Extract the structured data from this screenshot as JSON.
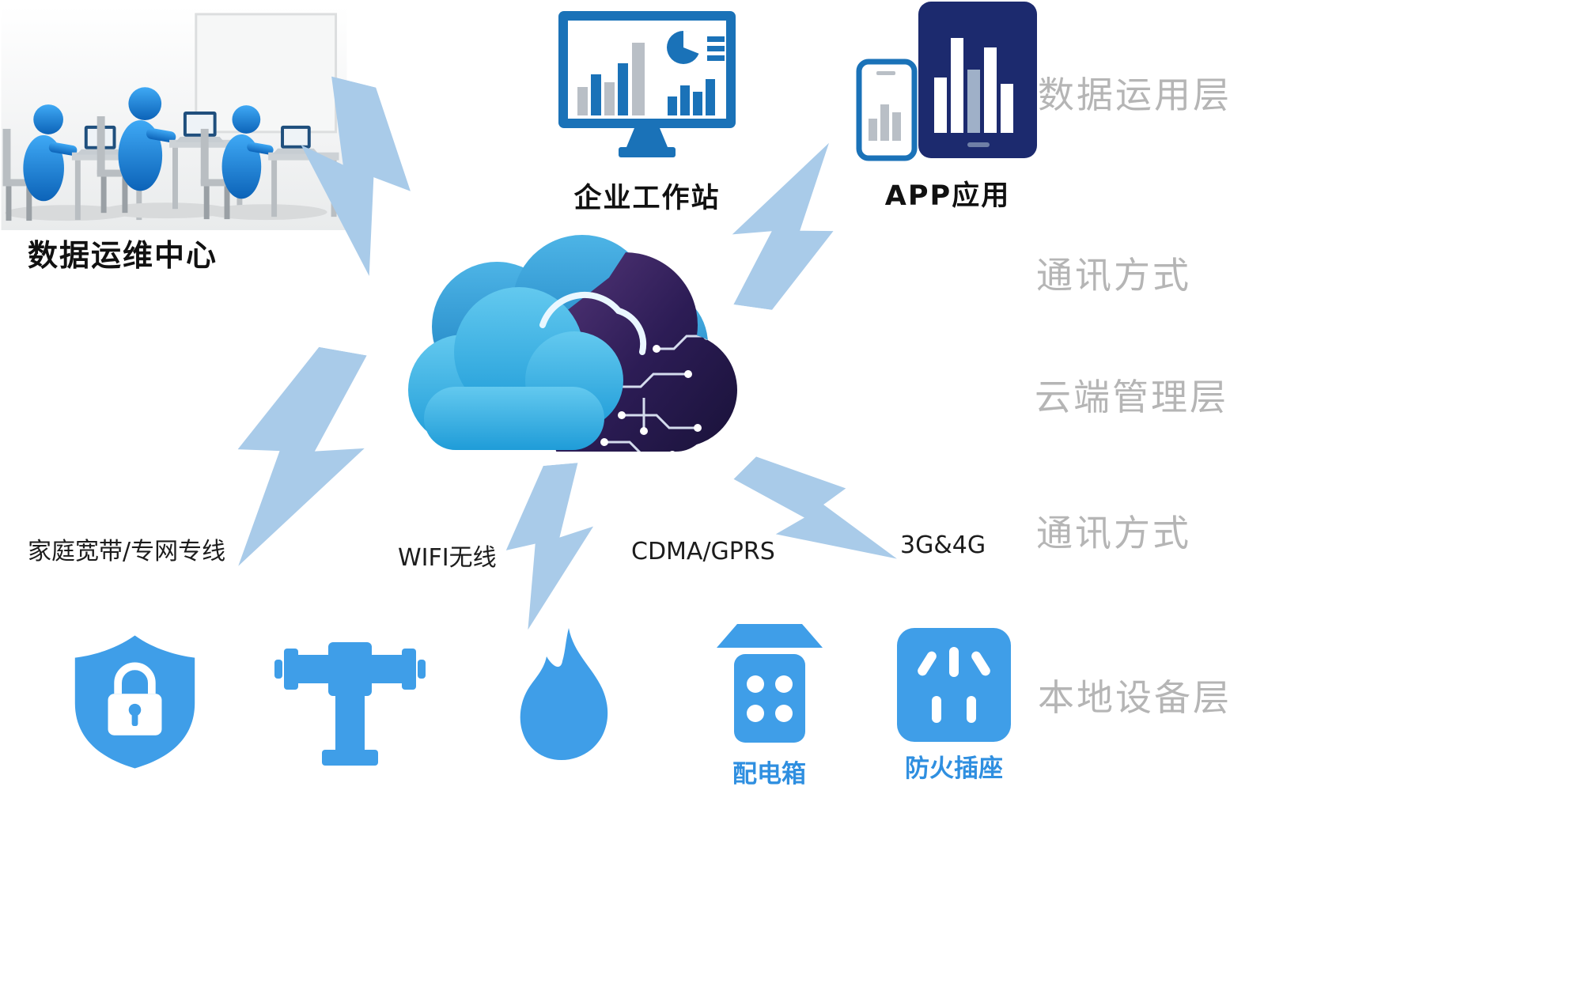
{
  "nodes": {
    "data_center_label": "数据运维中心",
    "workstation_label": "企业工作站",
    "app_label": "APP应用"
  },
  "layers": {
    "data_application": "数据运用层",
    "comm_top": "通讯方式",
    "cloud_management": "云端管理层",
    "comm_bottom": "通讯方式",
    "local_device": "本地设备层"
  },
  "connections": {
    "broadband": "家庭宽带/专网专线",
    "wifi": "WIFI无线",
    "cdma_gprs": "CDMA/GPRS",
    "g3_g4": "3G&4G"
  },
  "devices": {
    "distribution_box": "配电箱",
    "fireproof_socket": "防火插座"
  },
  "icons": {
    "cloud": "cloud-computing-icon",
    "bolts": "lightning-bolt-icon",
    "workstation": "desktop-monitor-chart-icon",
    "app": "tablet-phone-chart-icon",
    "security": "shield-lock-icon",
    "pipe": "pipe-valve-icon",
    "flame": "flame-icon",
    "distribution_box": "distribution-box-icon",
    "socket": "power-socket-icon",
    "team": "operations-team-illustration"
  },
  "colors": {
    "device_blue": "#3f9ee8",
    "bolt_blue": "#a9cbe9",
    "layer_gray": "#b5b5b5",
    "monitor_blue": "#1a72b8",
    "tablet_navy": "#1c2a6e",
    "device_label_blue": "#2f8fe0",
    "node_label_black": "#111111"
  }
}
